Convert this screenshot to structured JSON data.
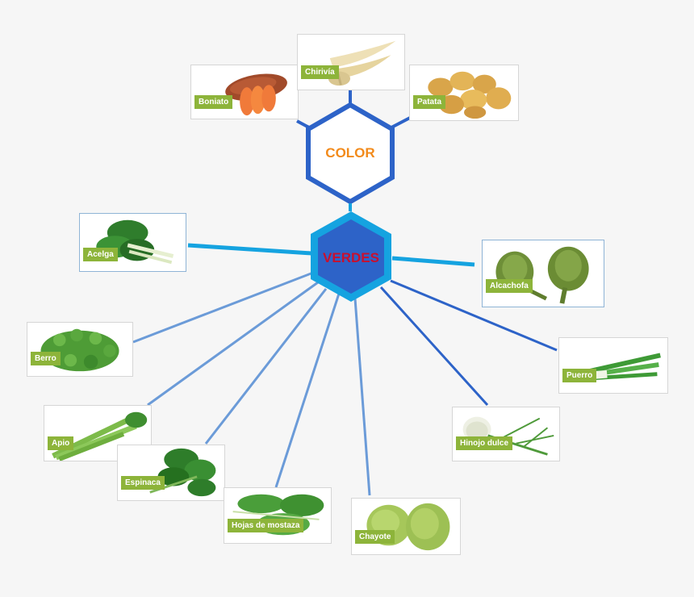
{
  "hubs": {
    "color": {
      "label": "COLOR",
      "text_color": "#f28a1a",
      "border_color": "#2d63c8"
    },
    "verdes": {
      "label": "VERDES",
      "text_color": "#c8102e",
      "fill_color": "#2d63c8",
      "border_color": "#15a3e0"
    }
  },
  "color_items": [
    {
      "label": "Boniato",
      "icon": "sweet-potato"
    },
    {
      "label": "Chirivía",
      "icon": "parsnip"
    },
    {
      "label": "Patata",
      "icon": "potato"
    }
  ],
  "verdes_items": [
    {
      "label": "Acelga",
      "icon": "chard"
    },
    {
      "label": "Alcachofa",
      "icon": "artichoke"
    },
    {
      "label": "Berro",
      "icon": "watercress"
    },
    {
      "label": "Puerro",
      "icon": "leek"
    },
    {
      "label": "Apio",
      "icon": "celery"
    },
    {
      "label": "Hinojo dulce",
      "icon": "fennel"
    },
    {
      "label": "Espinaca",
      "icon": "spinach"
    },
    {
      "label": "Hojas de mostaza",
      "icon": "mustard-greens"
    },
    {
      "label": "Chayote",
      "icon": "chayote"
    }
  ],
  "colors": {
    "tag_green": "#8db43a",
    "line_light_blue": "#6b9bd8",
    "line_cyan": "#15a3e0",
    "line_dark_blue": "#2d63c8"
  }
}
